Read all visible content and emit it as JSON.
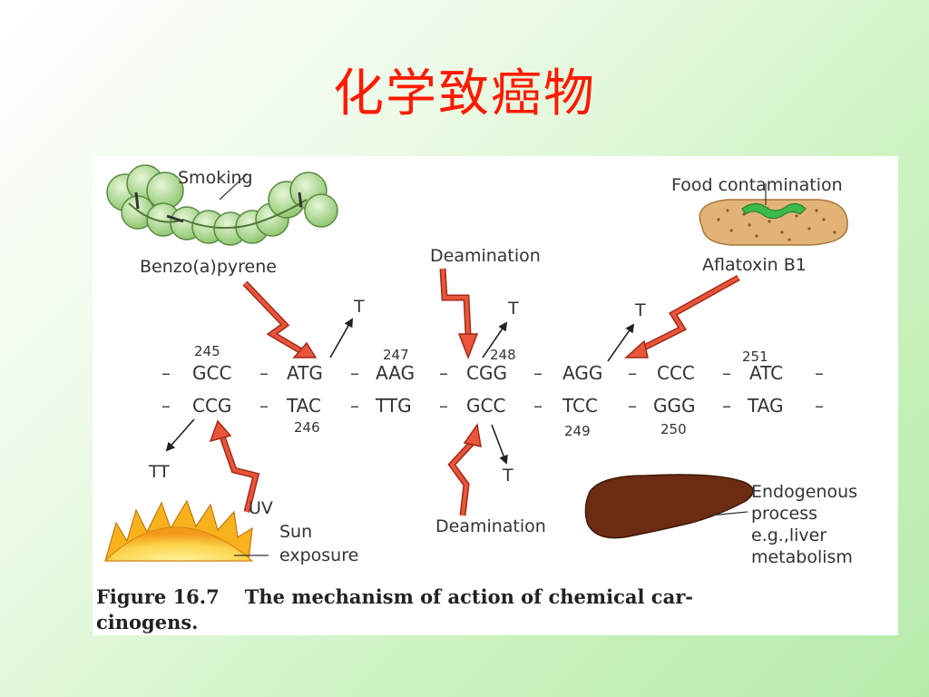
{
  "slide": {
    "title": "化学致癌物"
  },
  "figure": {
    "smoking_label": "Smoking",
    "benzopyrene_label": "Benzo(a)pyrene",
    "food_label": "Food contamination",
    "aflatoxin_label": "Aflatoxin B1",
    "deamination_top_label": "Deamination",
    "deamination_bottom_label": "Deamination",
    "uv_label": "UV",
    "sun_label_1": "Sun",
    "sun_label_2": "exposure",
    "endo_label_1": "Endogenous",
    "endo_label_2": "process",
    "endo_label_3": "e.g.,liver",
    "endo_label_4": "metabolism",
    "mut_t1": "T",
    "mut_t2": "T",
    "mut_t3": "T",
    "mut_t4": "T",
    "mut_tt": "TT",
    "top_strand": [
      "GCC",
      "ATG",
      "AAG",
      "CGG",
      "AGG",
      "CCC",
      "ATC"
    ],
    "bottom_strand": [
      "CCG",
      "TAC",
      "TTG",
      "GCC",
      "TCC",
      "GGG",
      "TAG"
    ],
    "codon_numbers_top": [
      "245",
      "247",
      "248",
      "251"
    ],
    "codon_numbers_bottom": [
      "246",
      "249",
      "250"
    ],
    "caption_number": "Figure 16.7",
    "caption_text_1": "The mechanism of action of chemical car-",
    "caption_text_2": "cinogens.",
    "colors": {
      "arrow_red": "#e8553a",
      "arrow_outline": "#a22a18",
      "liver": "#6b2c12",
      "sun": "#f7b21c",
      "molecule": "#a8d88a"
    }
  }
}
